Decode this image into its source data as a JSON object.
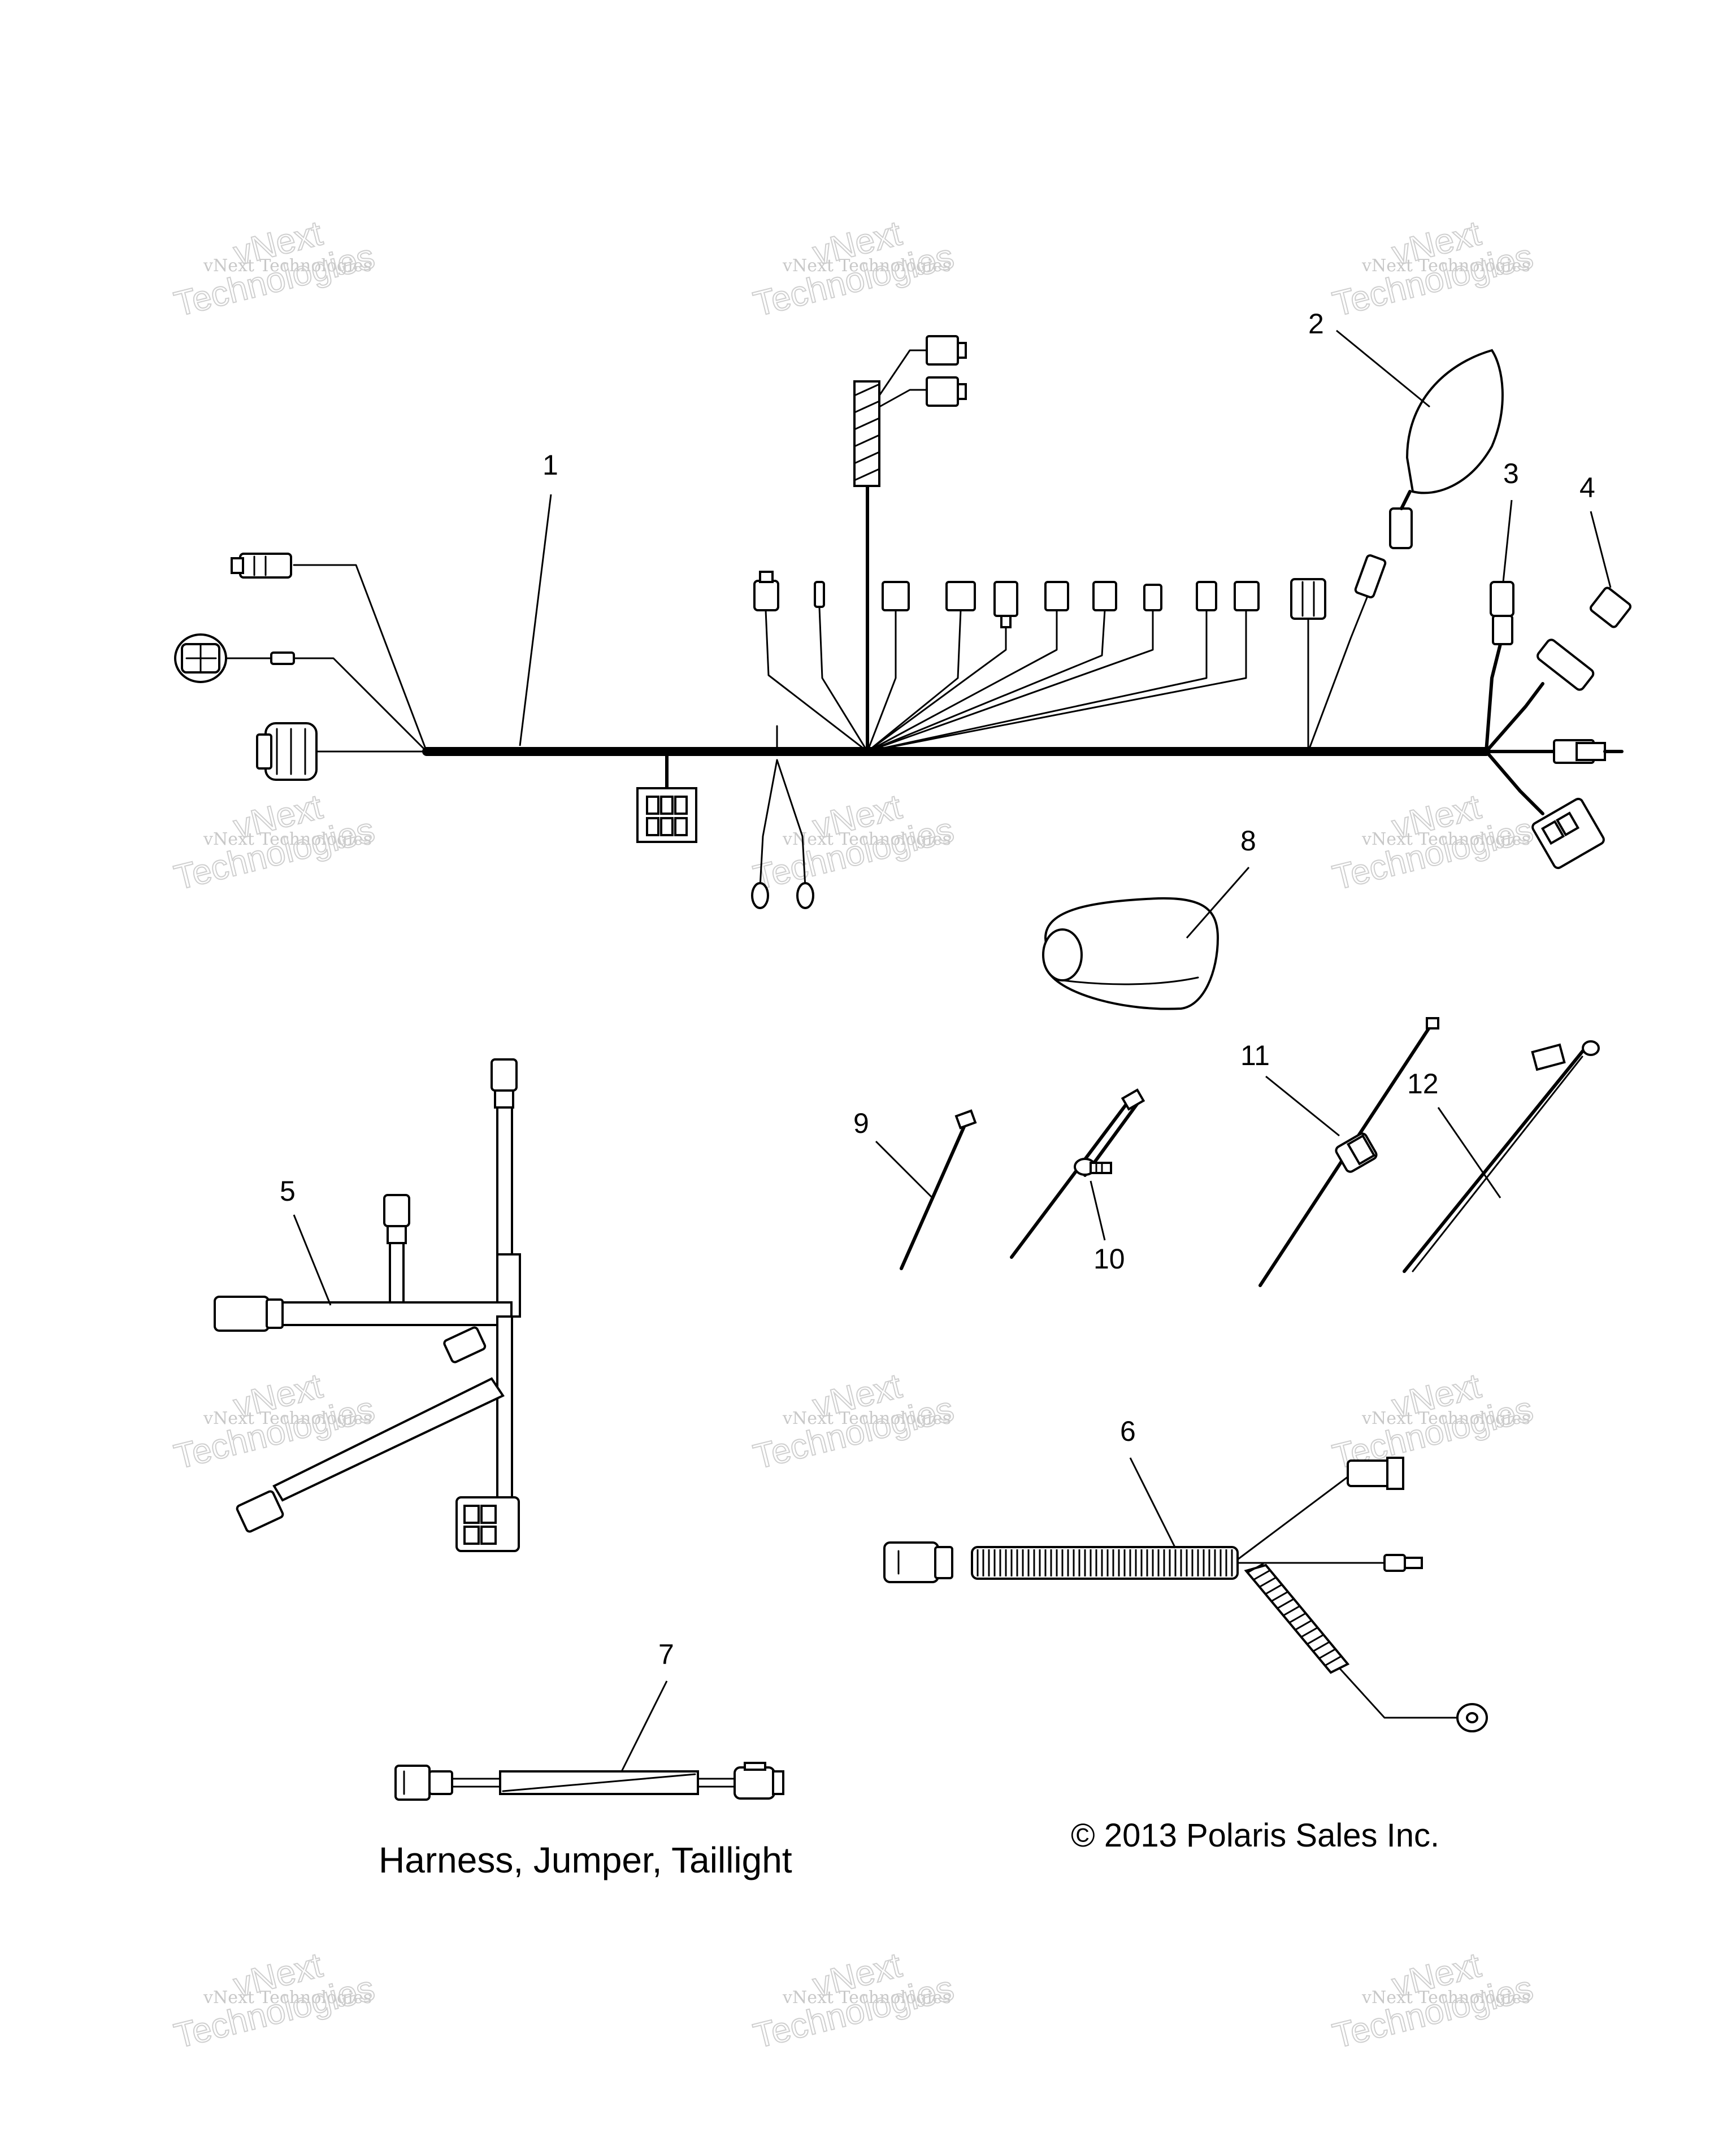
{
  "watermark": {
    "line1": "vNext Technologies",
    "line2": "vNext",
    "line3": "Technologies"
  },
  "callouts": [
    "1",
    "2",
    "3",
    "4",
    "5",
    "6",
    "7",
    "8",
    "9",
    "10",
    "11",
    "12"
  ],
  "caption": "Harness, Jumper, Taillight",
  "copyright": "© 2013 Polaris Sales Inc."
}
